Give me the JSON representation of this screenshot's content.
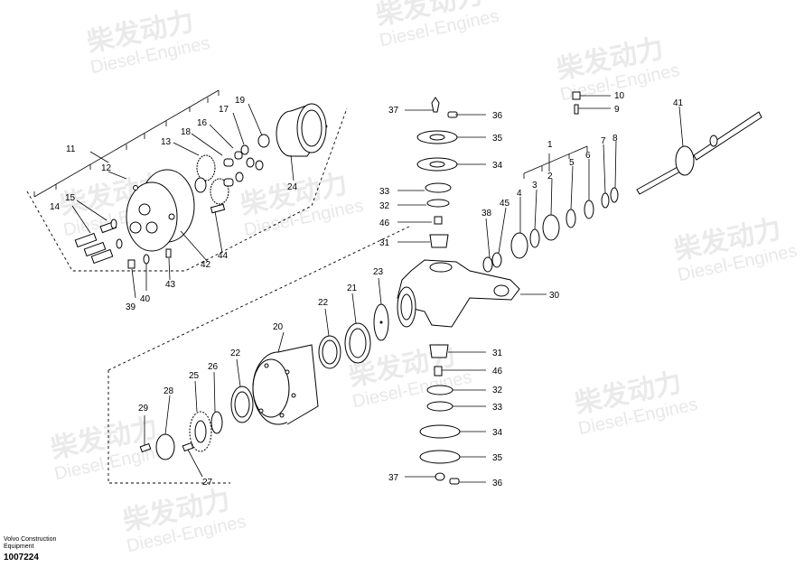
{
  "watermark": {
    "cn": "柴发动力",
    "en": "Diesel-Engines"
  },
  "footer": {
    "brand_line1": "Volvo Construction",
    "brand_line2": "Equipment",
    "part_number": "1007224"
  },
  "labels": {
    "l1": "1",
    "l2": "2",
    "l3": "3",
    "l4": "4",
    "l5": "5",
    "l6": "6",
    "l7": "7",
    "l8": "8",
    "l9": "9",
    "l10": "10",
    "l11": "11",
    "l12": "12",
    "l13": "13",
    "l14": "14",
    "l15": "15",
    "l16": "16",
    "l17": "17",
    "l18": "18",
    "l19": "19",
    "l20": "20",
    "l21": "21",
    "l22a": "22",
    "l22b": "22",
    "l23": "23",
    "l24": "24",
    "l25": "25",
    "l26": "26",
    "l27": "27",
    "l28": "28",
    "l29": "29",
    "l30": "30",
    "l31a": "31",
    "l31b": "31",
    "l32a": "32",
    "l32b": "32",
    "l33a": "33",
    "l33b": "33",
    "l34a": "34",
    "l34b": "34",
    "l35a": "35",
    "l35b": "35",
    "l36a": "36",
    "l36b": "36",
    "l37a": "37",
    "l37b": "37",
    "l38": "38",
    "l39": "39",
    "l40": "40",
    "l41": "41",
    "l42": "42",
    "l43": "43",
    "l44": "44",
    "l45": "45",
    "l46a": "46",
    "l46b": "46"
  }
}
